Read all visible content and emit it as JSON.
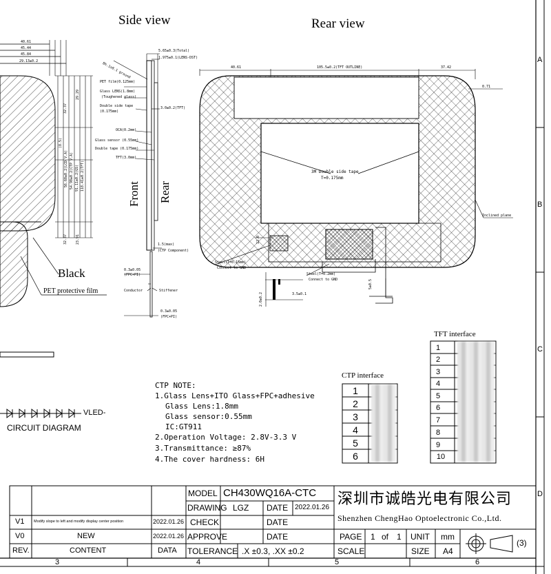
{
  "views": {
    "side_view_title": "Side view",
    "rear_view_title": "Rear view"
  },
  "left_dims": {
    "d1": "40.61",
    "d2": "45.44",
    "d3": "45.84",
    "d4": "29.13±0.2",
    "v1": "29.29",
    "v2": "32.37",
    "v3": "32.37",
    "v4": "23.91",
    "v5": "(8.5)",
    "v6": "56.60±0.2(LCD V.A)",
    "v7": "54.90±0.2(CTP V.A)",
    "v8": "91.11±0.2(GS)",
    "v9": "118.41±0.2(TFT)"
  },
  "side_labels": {
    "ribbon": "8h.1±0.1 ground",
    "pet_film": "PET film(0.125mm)",
    "glass_lens": "Glass LENS(1.8mm)",
    "toughened": "(Toughened glass)",
    "double_tape": "Double side tape",
    "double_tape_thk": "(0.175mm)",
    "oca": "OCA(0.2mm)",
    "glass_sensor": "Glass sensor (0.55mm)",
    "double_tape2": "Double tape (0.175mm)",
    "tft": "TFT(3.0mm)",
    "total": "5.65±0.3(Total)",
    "lens_dst": "1.975±0.1(LENS-DST)",
    "tft_dim": "3.0±0.2(TFT)",
    "front": "Front",
    "rear": "Rear",
    "max": "1.5(max)",
    "ctp_component": "(CTP Component)",
    "fpc_pi_top": "0.3±0.05",
    "fpc_pi_top_sub": "(FPC+PI)",
    "conductor": "Conductor",
    "stiffener": "Stiffener",
    "fpc_pi_bottom": "0.3±0.05",
    "fpc_pi_bottom_sub": "(FPC+PI)",
    "black": "Black",
    "pet_protective": "PET protective film"
  },
  "rear_labels": {
    "d_left": "40.61",
    "d_mid": "105.5±0.2(TFT OUTLINE)",
    "d_right": "37.42",
    "d_071": "0.71",
    "tape": "3M Double side tape",
    "tape_t": "T=0.175mm",
    "inclined": "Inclined plane",
    "steel1": "Steel(T=0.15mm)",
    "steel1_sub": "Connect to GND",
    "steel2": "Steel(T=0.2mm)",
    "steel2_sub": "Connect to GND",
    "d_5": "5±0.5",
    "d_35": "3.5±0.1",
    "d_20": "2.0±0.2",
    "d_12": "12.0"
  },
  "ctp_note": {
    "title": "CTP NOTE:",
    "l1": "1.Glass Lens+ITO Glass+FPC+adhesive",
    "l2": "Glass Lens:1.8mm",
    "l3": "Glass sensor:0.55mm",
    "l4": "IC:GT911",
    "l5": "2.Operation Voltage: 2.8V-3.3 V",
    "l6": "3.Transmittance: ≥87%",
    "l7": "4.The cover hardness: 6H"
  },
  "circuit": {
    "vled": "VLED-",
    "label": "CIRCUIT DIAGRAM"
  },
  "ctp_interface": {
    "title": "CTP interface",
    "pins": [
      "1",
      "2",
      "3",
      "4",
      "5",
      "6"
    ]
  },
  "tft_interface": {
    "title": "TFT interface",
    "pins": [
      "1",
      "2",
      "3",
      "4",
      "5",
      "6",
      "7",
      "8",
      "9",
      "10"
    ]
  },
  "title_block": {
    "model_label": "MODEL",
    "model": "CH430WQ16A-CTC",
    "drawing_label": "DRAWING",
    "drawing": "LGZ",
    "date_label": "DATE",
    "drawing_date": "2022.01.26",
    "check_label": "CHECK",
    "check_date_label": "DATE",
    "approve_label": "APPROVE",
    "approve_date_label": "DATE",
    "company_cn": "深圳市诚皓光电有限公司",
    "company_en": "Shenzhen ChengHao Optoelectronic Co.,Ltd.",
    "page_label": "PAGE",
    "page": "1",
    "of": "of",
    "pages": "1",
    "unit_label": "UNIT",
    "unit": "mm",
    "scale_label": "SCALE",
    "size_label": "SIZE",
    "size": "A4",
    "tolerance_label": "TOLERANCE",
    "tolerance": ".X ±0.3, .XX ±0.2",
    "projection": "(3)",
    "rev_label": "REV.",
    "content_label": "CONTENT",
    "data_label": "DATA",
    "revisions": [
      {
        "rev": "V1",
        "content": "Modify slope to left and modify display center position",
        "date": "2022.01.26"
      },
      {
        "rev": "V0",
        "content": "NEW",
        "date": "2022.01.26"
      }
    ]
  },
  "frame": {
    "cols": [
      "3",
      "4",
      "5",
      "6"
    ],
    "rows": [
      "A",
      "B",
      "C",
      "D"
    ]
  }
}
